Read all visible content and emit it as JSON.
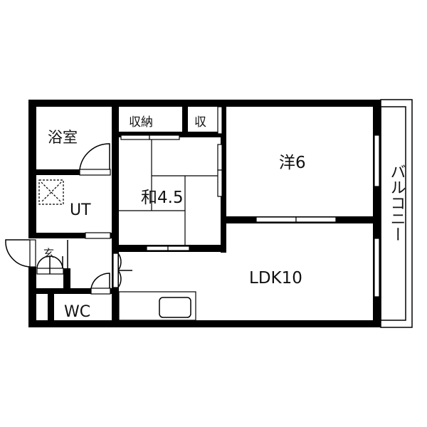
{
  "floor_plan": {
    "colors": {
      "wall": "#000000",
      "background": "#ffffff",
      "text": "#111111"
    },
    "rooms": [
      {
        "id": "bath",
        "label": "浴室"
      },
      {
        "id": "utility",
        "label": "UT"
      },
      {
        "id": "storage",
        "label": "収納"
      },
      {
        "id": "closet",
        "label": "収"
      },
      {
        "id": "western",
        "label": "洋6"
      },
      {
        "id": "japanese",
        "label": "和4.5"
      },
      {
        "id": "ldk",
        "label": "LDK10"
      },
      {
        "id": "entrance",
        "label": "玄"
      },
      {
        "id": "toilet",
        "label": "WC"
      },
      {
        "id": "balcony",
        "label": "バルコニー"
      }
    ]
  }
}
